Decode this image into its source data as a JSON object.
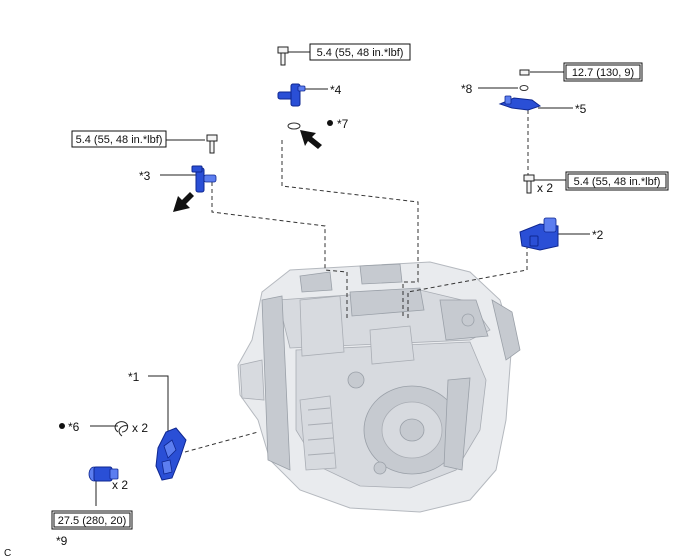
{
  "callouts": {
    "c1": "*1",
    "c2": "*2",
    "c3": "*3",
    "c4": "*4",
    "c5": "*5",
    "c6": "*6",
    "c7": "*7",
    "c8": "*8",
    "c9": "*9"
  },
  "torque": {
    "t_top": "5.4 (55, 48 in.*lbf)",
    "t_left": "5.4 (55, 48 in.*lbf)",
    "t_right": "5.4 (55, 48 in.*lbf)",
    "t_12_7": "12.7 (130, 9)",
    "t_27_5": "27.5 (280, 20)"
  },
  "quantities": {
    "q_x2_bolts": "x 2",
    "q_x2_clips": "x 2",
    "q_x2_plugs": "x 2"
  },
  "corner_code": "C",
  "colors": {
    "part_blue": "#2a4fd6",
    "outline": "#222222"
  }
}
